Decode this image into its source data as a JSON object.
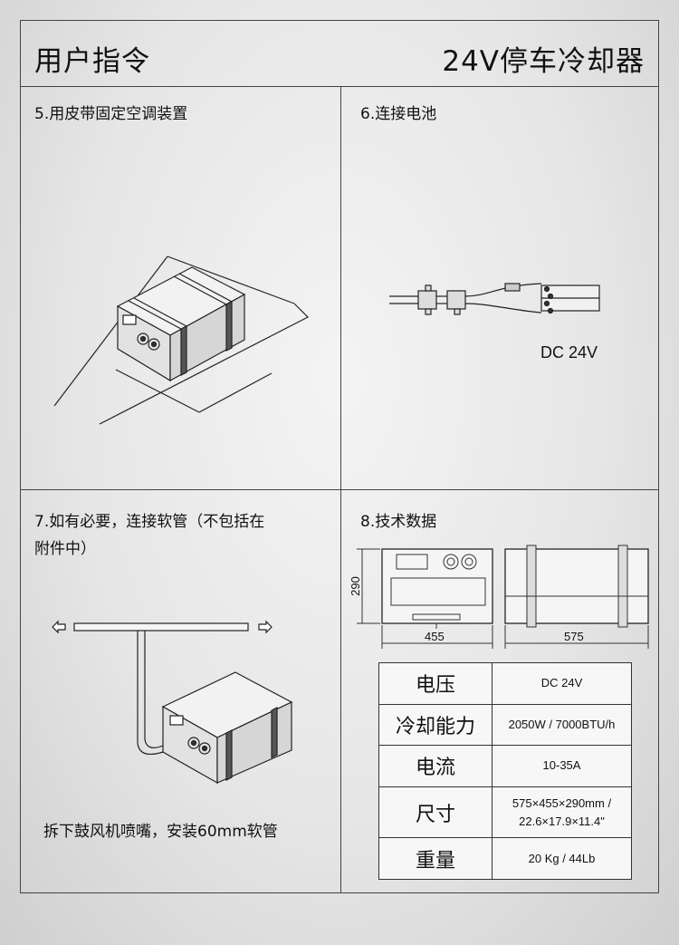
{
  "header": {
    "title": "用户指令",
    "product": "24V停车冷却器"
  },
  "steps": {
    "s5": {
      "title": "5.用皮带固定空调装置"
    },
    "s6": {
      "title": "6.连接电池",
      "label": "DC 24V"
    },
    "s7": {
      "title_line1": "7.如有必要，连接软管（不包括在",
      "title_line2": "附件中）",
      "note": "拆下鼓风机喷嘴，安装60mm软管"
    },
    "s8": {
      "title": "8.技术数据"
    }
  },
  "dimensions": {
    "height": "290",
    "width": "455",
    "length": "575"
  },
  "specs": [
    {
      "label": "电压",
      "value": "DC 24V"
    },
    {
      "label": "冷却能力",
      "value": "2050W / 7000BTU/h"
    },
    {
      "label": "电流",
      "value": "10-35A"
    },
    {
      "label": "尺寸",
      "value_line1": "575×455×290mm /",
      "value_line2": "22.6×17.9×11.4\""
    },
    {
      "label": "重量",
      "value": "20 Kg / 44Lb"
    }
  ]
}
